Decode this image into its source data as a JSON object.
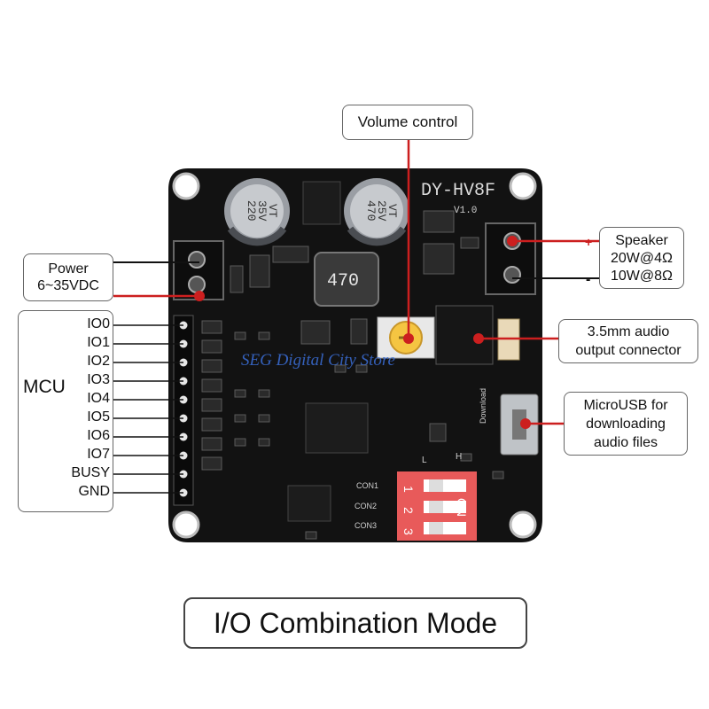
{
  "board": {
    "model": "DY-HV8F",
    "version": "V1.0",
    "cap_left": [
      "220",
      "35V",
      "VT"
    ],
    "cap_right": [
      "470",
      "25V",
      "VT"
    ],
    "inductor": "470",
    "download_label": "Download",
    "switch_labels": [
      "1",
      "2",
      "3"
    ],
    "switch_on": "ON",
    "con_labels": [
      "CON1",
      "CON2",
      "CON3"
    ],
    "lh_labels": [
      "L",
      "H"
    ],
    "watermark": "SEG Digital City Store"
  },
  "callouts": {
    "volume": "Volume control",
    "power_line1": "Power",
    "power_line2": "6~35VDC",
    "speaker_line1": "Speaker",
    "speaker_line2": "20W@4Ω",
    "speaker_line3": "10W@8Ω",
    "audio_line1": "3.5mm audio",
    "audio_line2": "output connector",
    "usb_line1": "MicroUSB for",
    "usb_line2": "downloading",
    "usb_line3": "audio files"
  },
  "mcu": {
    "label": "MCU",
    "pins": [
      "IO0",
      "IO1",
      "IO2",
      "IO3",
      "IO4",
      "IO5",
      "IO6",
      "IO7",
      "BUSY",
      "GND"
    ]
  },
  "polarity": {
    "plus": "+",
    "minus": "-"
  },
  "mode_title": "I/O Combination Mode",
  "colors": {
    "pcb": "#111111",
    "wire_red": "#cc1f1f",
    "switch_red": "#e84a4a",
    "pot": "#f5c542"
  }
}
